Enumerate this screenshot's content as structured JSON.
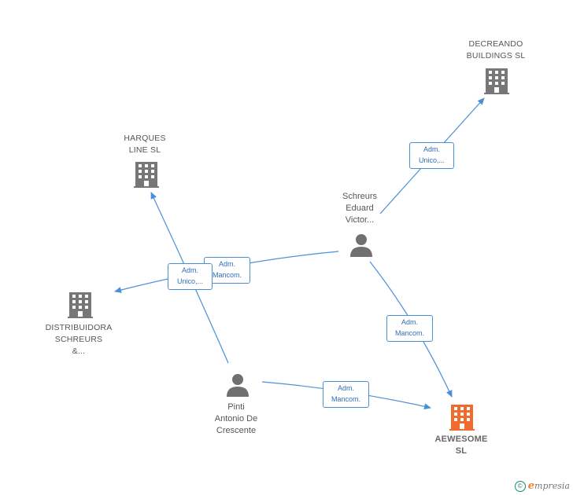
{
  "colors": {
    "edge": "#4a90d9",
    "company": "#777777",
    "focus_company": "#f26b2e",
    "person": "#707070"
  },
  "companies": {
    "decreando": {
      "line1": "DECREANDO",
      "line2": "BUILDINGS  SL",
      "icon": "building-icon"
    },
    "harques": {
      "line1": "HARQUES",
      "line2": "LINE  SL",
      "icon": "building-icon"
    },
    "distribuidora": {
      "line1": "DISTRIBUIDORA",
      "line2": "SCHREURS",
      "line3": "&...",
      "icon": "building-icon"
    },
    "aewesome": {
      "line1": "AEWESOME",
      "line2": "SL",
      "icon": "building-icon"
    }
  },
  "people": {
    "schreurs": {
      "line1": "Schreurs",
      "line2": "Eduard",
      "line3": "Victor...",
      "icon": "person-icon"
    },
    "pinti": {
      "line1": "Pinti",
      "line2": "Antonio De",
      "line3": "Crescente",
      "icon": "person-icon"
    }
  },
  "badges": {
    "schreurs_decreando": {
      "line1": "Adm.",
      "line2": "Unico,..."
    },
    "schreurs_distribuidora": {
      "line1": "Adm.",
      "line2": "Mancom."
    },
    "pinti_harques": {
      "line1": "Adm.",
      "line2": "Unico,..."
    },
    "schreurs_aewesome": {
      "line1": "Adm.",
      "line2": "Mancom."
    },
    "pinti_aewesome": {
      "line1": "Adm.",
      "line2": "Mancom."
    }
  },
  "footer": {
    "copyright": "©",
    "brand_initial": "e",
    "brand_rest": "mpresia"
  }
}
